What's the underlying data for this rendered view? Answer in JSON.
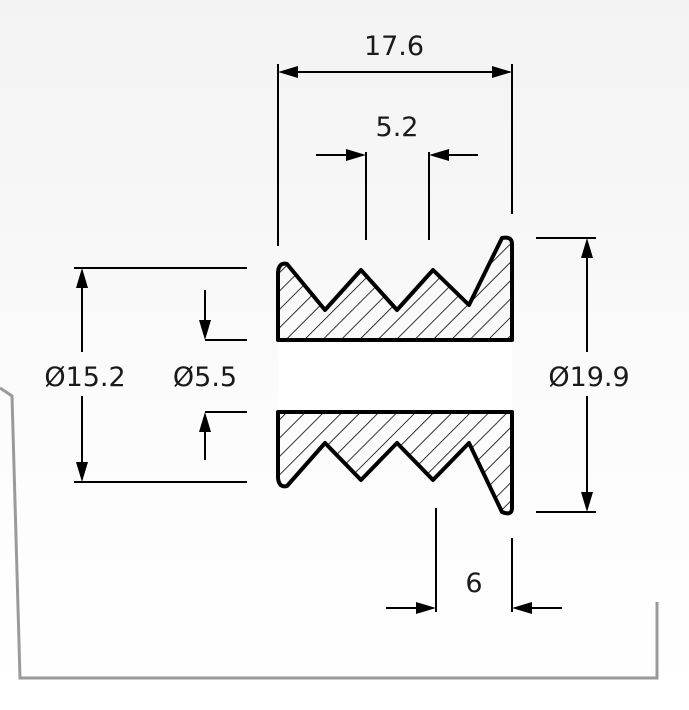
{
  "diagram": {
    "dimensions": {
      "overall_width": "17.6",
      "groove_pitch": "5.2",
      "inner_diameter": "Ø15.2",
      "bore_diameter": "Ø5.5",
      "outer_diameter": "Ø19.9",
      "flange_width": "6"
    }
  }
}
